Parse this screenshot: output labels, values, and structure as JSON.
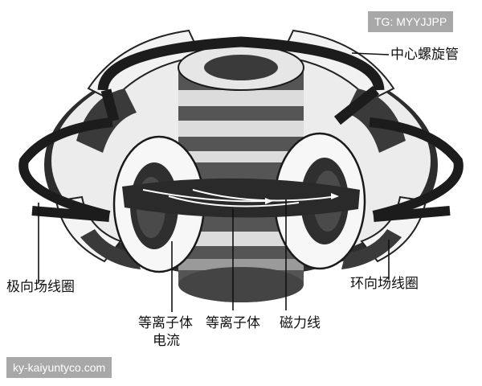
{
  "labels": {
    "solenoid": "中心螺旋管",
    "poloidal_coils": "极向场线圈",
    "toroidal_coils": "环向场线圈",
    "plasma_current_1": "等离子体",
    "plasma_current_2": "电流",
    "plasma": "等离子体",
    "field_lines": "磁力线"
  },
  "watermarks": {
    "tg": "TG: MYYJJPP",
    "site": "ky-kaiyuntyco.com"
  }
}
